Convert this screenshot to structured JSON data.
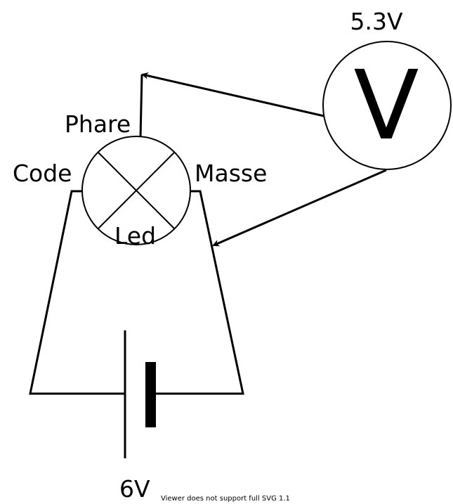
{
  "labels": {
    "voltmeter_reading": "5.3V",
    "voltmeter_symbol": "V",
    "phare": "Phare",
    "code": "Code",
    "masse": "Masse",
    "led": "Led",
    "battery_voltage": "6V",
    "viewer_notice": "Viewer does not support full SVG 1.1"
  }
}
